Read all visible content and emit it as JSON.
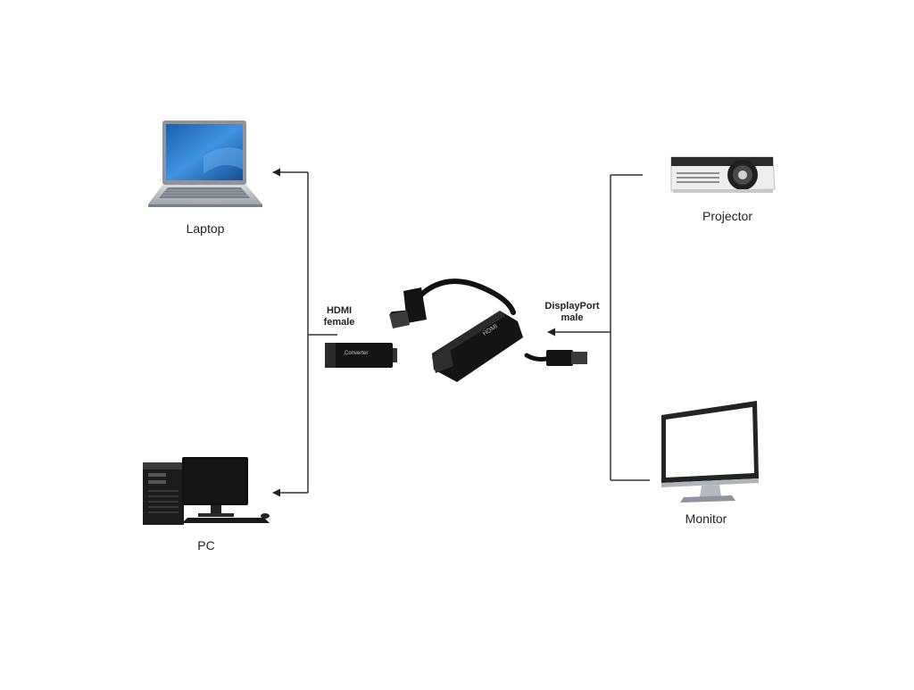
{
  "devices": {
    "laptop": {
      "label": "Laptop",
      "icon": "laptop-icon"
    },
    "pc": {
      "label": "PC",
      "icon": "desktop-pc-icon"
    },
    "projector": {
      "label": "Projector",
      "icon": "projector-icon"
    },
    "monitor": {
      "label": "Monitor",
      "icon": "monitor-icon"
    }
  },
  "ports": {
    "hdmi": {
      "line1": "HDMI",
      "line2": "female"
    },
    "displayport": {
      "line1": "DisplayPort",
      "line2": "male"
    }
  },
  "adapter": {
    "body_text": "Converter",
    "side_text": "HDMI",
    "icon": "dp-to-hdmi-adapter-icon"
  },
  "colors": {
    "line": "#333333",
    "device_dark": "#1a1a1a",
    "screen_blue": "#2f7fd1",
    "silver": "#b8bcc2"
  }
}
